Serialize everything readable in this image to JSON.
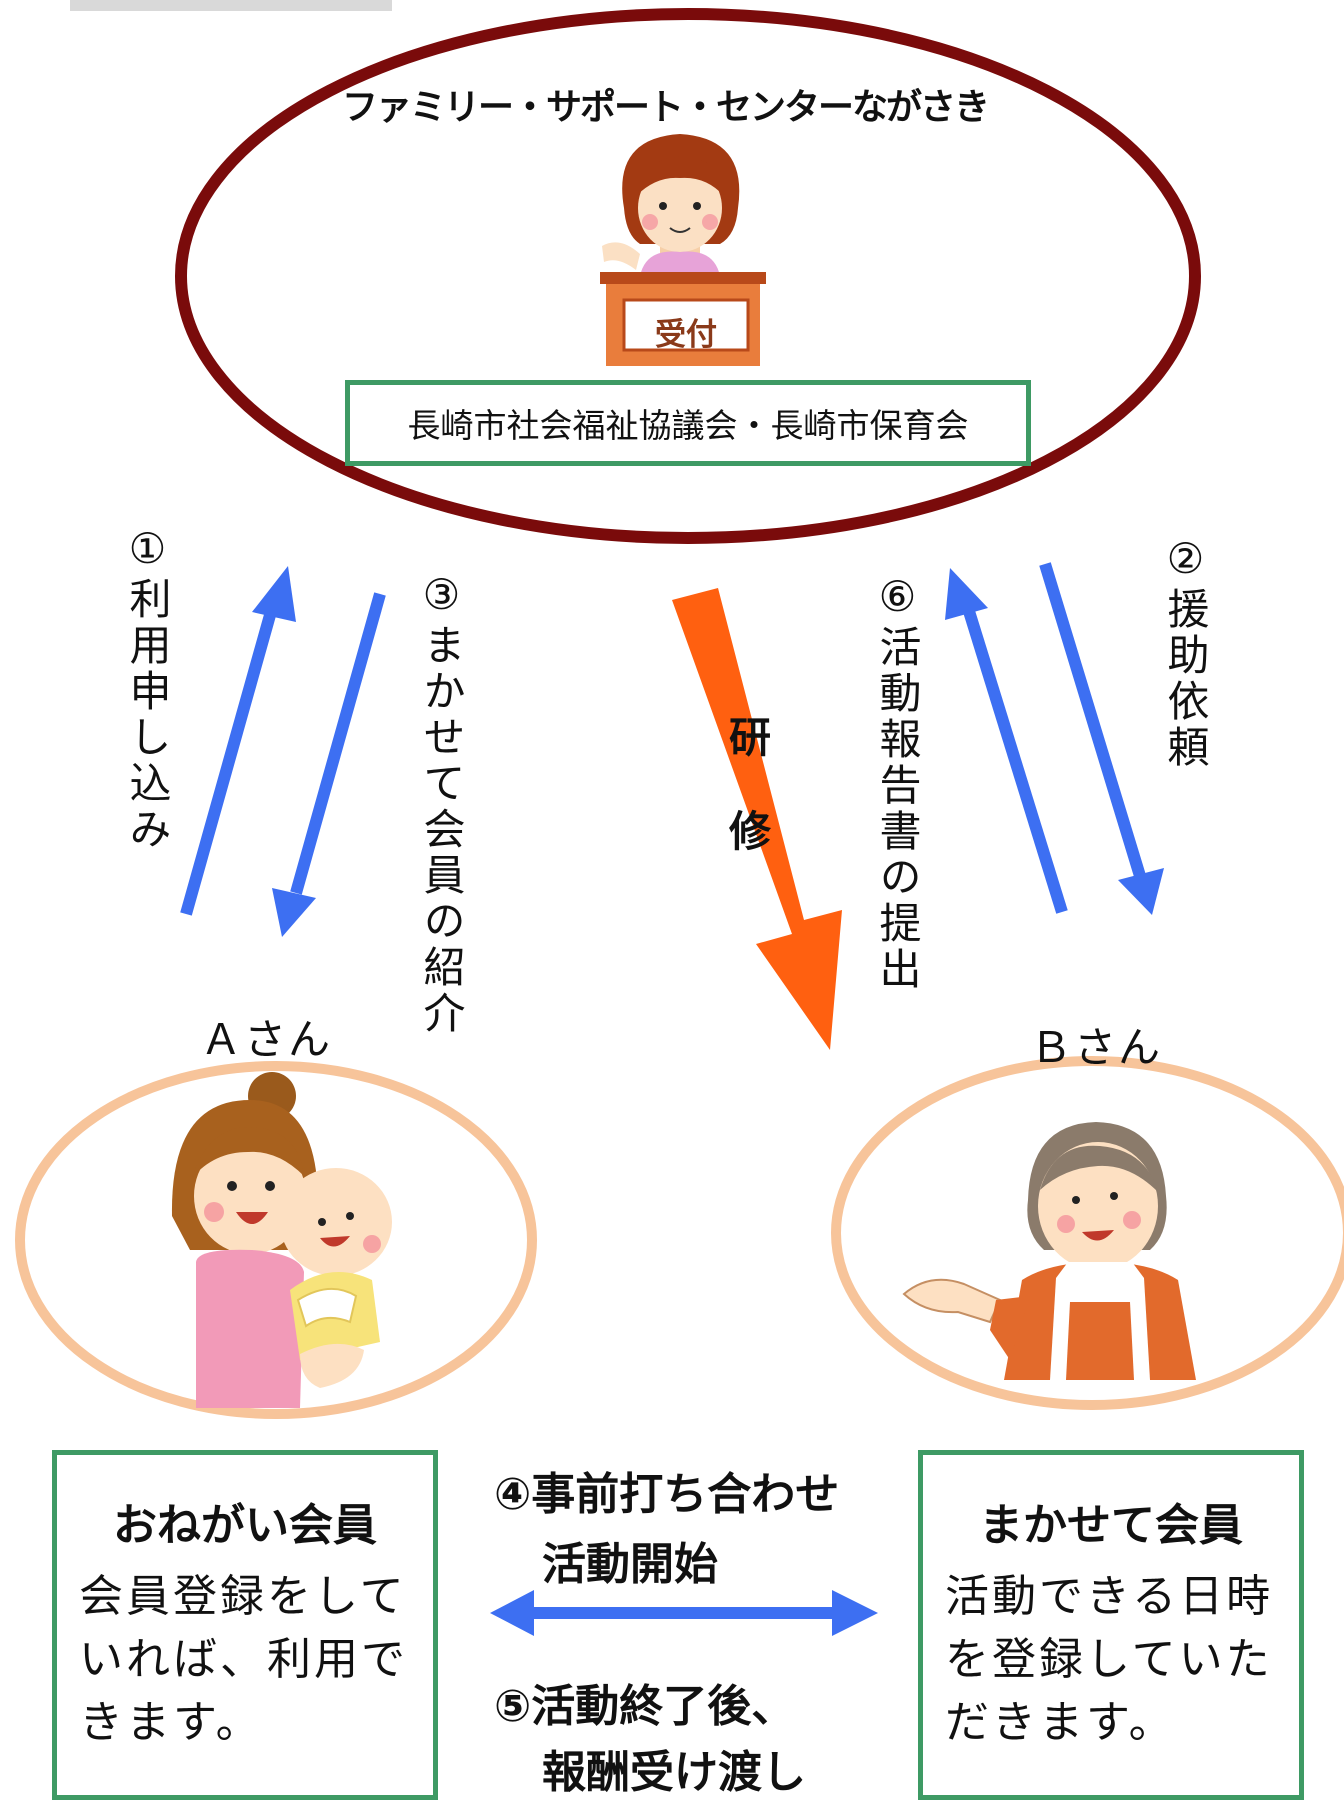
{
  "center": {
    "title": "ファミリー・サポート・センターながさき",
    "reception_sign": "受付",
    "org_label": "長崎市社会福祉協議会・長崎市保育会"
  },
  "steps": {
    "s1": "①利用申し込み",
    "s2": "②援助依頼",
    "s3": "③まかせて会員の紹介",
    "s6": "⑥活動報告書の提出",
    "training_1": "研",
    "training_2": "修",
    "s4_line1": "④事前打ち合わせ",
    "s4_line2": "活動開始",
    "s5_line1": "⑤活動終了後、",
    "s5_line2": "報酬受け渡し"
  },
  "person_a": {
    "label": "Ａさん"
  },
  "person_b": {
    "label": "Ｂさん"
  },
  "member_a": {
    "title": "おねがい会員",
    "body": "会員登録をしていれば、利用できます。"
  },
  "member_b": {
    "title": "まかせて会員",
    "body": "活動できる日時を登録していただきます。"
  },
  "colors": {
    "big_ellipse": "#7a0b0b",
    "person_ellipse": "#f7c49a",
    "box_border": "#3e9a64",
    "blue_arrow": "#3d6ff2",
    "orange_arrow": "#ff6010"
  },
  "icons": {
    "receptionist": "receptionist-icon",
    "mother_baby": "mother-with-baby-icon",
    "caregiver": "caregiver-woman-icon"
  }
}
